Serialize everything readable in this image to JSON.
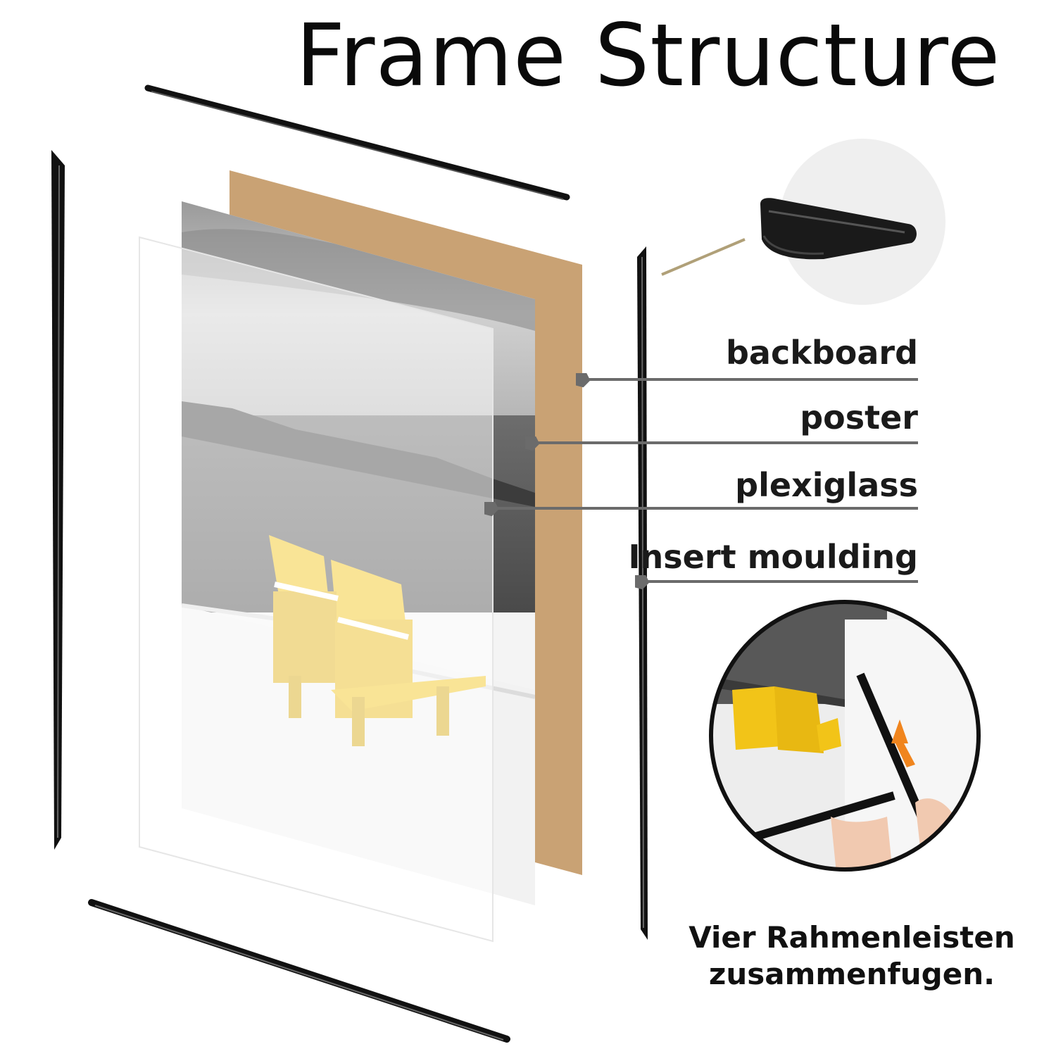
{
  "title": "Frame Structure",
  "labels": {
    "backboard": "backboard",
    "poster": "poster",
    "plexiglass": "plexiglass",
    "insert_moulding": "Insert moulding"
  },
  "caption": {
    "line1": "Vier Rahmenleisten",
    "line2": "zusammenfugen."
  },
  "colors": {
    "backboard": "#c9a274",
    "moulding": "#111111",
    "chairs": "#f2c418",
    "arrow": "#f0851e",
    "leader": "#6b6b6b"
  },
  "icons": {
    "detail_zoom": "moulding-profile-icon",
    "upward_arrow": "arrow-up-icon"
  }
}
